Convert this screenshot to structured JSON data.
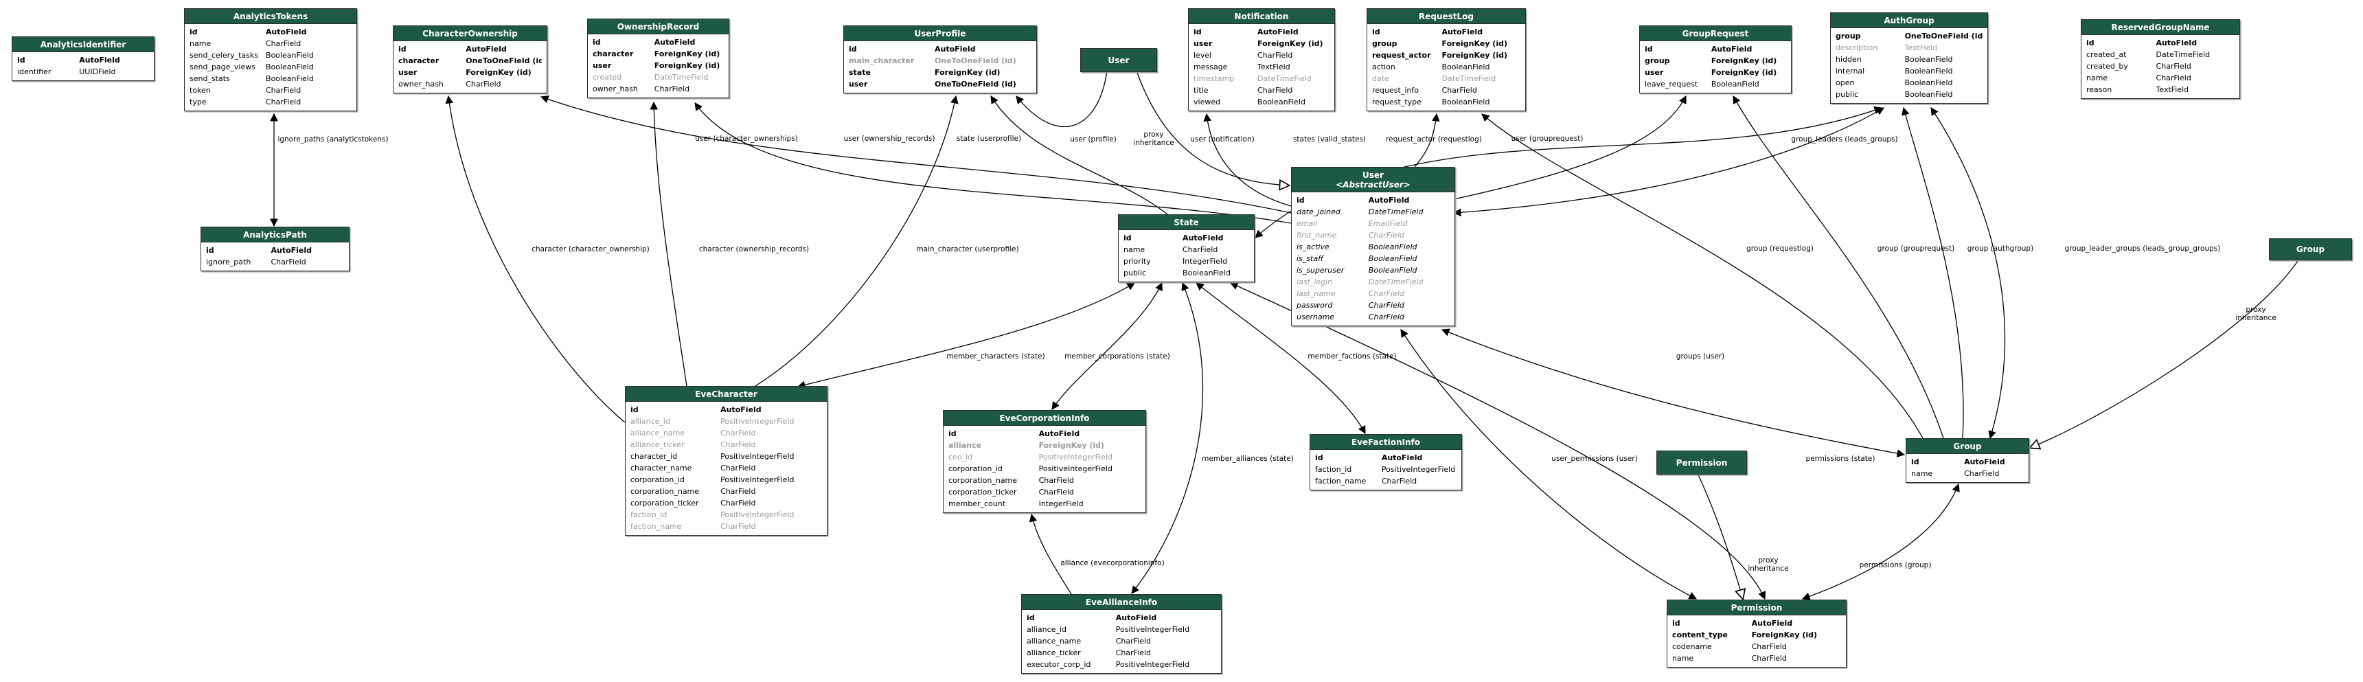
{
  "diagram": {
    "kind": "django-model-relationship-diagram",
    "colors": {
      "header_bg": "#1e5945",
      "header_text": "#ffffff",
      "muted_text": "#9b9b9b",
      "edge": "#000000",
      "box_bg": "#ffffff"
    }
  },
  "tables": [
    {
      "id": "analyticsidentifier",
      "title": "AnalyticsIdentifier",
      "fields": [
        {
          "n": "id",
          "t": "AutoField",
          "key": true
        },
        {
          "n": "identifier",
          "t": "UUIDField"
        }
      ]
    },
    {
      "id": "analyticstokens",
      "title": "AnalyticsTokens",
      "fields": [
        {
          "n": "id",
          "t": "AutoField",
          "key": true
        },
        {
          "n": "name",
          "t": "CharField"
        },
        {
          "n": "send_celery_tasks",
          "t": "BooleanField"
        },
        {
          "n": "send_page_views",
          "t": "BooleanField"
        },
        {
          "n": "send_stats",
          "t": "BooleanField"
        },
        {
          "n": "token",
          "t": "CharField"
        },
        {
          "n": "type",
          "t": "CharField"
        }
      ]
    },
    {
      "id": "characterownership",
      "title": "CharacterOwnership",
      "fields": [
        {
          "n": "id",
          "t": "AutoField",
          "key": true
        },
        {
          "n": "character",
          "t": "OneToOneField (id)",
          "key": true
        },
        {
          "n": "user",
          "t": "ForeignKey (id)",
          "key": true
        },
        {
          "n": "owner_hash",
          "t": "CharField"
        }
      ]
    },
    {
      "id": "ownershiprecord",
      "title": "OwnershipRecord",
      "fields": [
        {
          "n": "id",
          "t": "AutoField",
          "key": true
        },
        {
          "n": "character",
          "t": "ForeignKey (id)",
          "key": true
        },
        {
          "n": "user",
          "t": "ForeignKey (id)",
          "key": true
        },
        {
          "n": "created",
          "t": "DateTimeField",
          "muted": true
        },
        {
          "n": "owner_hash",
          "t": "CharField"
        }
      ]
    },
    {
      "id": "userprofile",
      "title": "UserProfile",
      "fields": [
        {
          "n": "id",
          "t": "AutoField",
          "key": true
        },
        {
          "n": "main_character",
          "t": "OneToOneField (id)",
          "key": true,
          "muted": true
        },
        {
          "n": "state",
          "t": "ForeignKey (id)",
          "key": true
        },
        {
          "n": "user",
          "t": "OneToOneField (id)",
          "key": true
        }
      ]
    },
    {
      "id": "user_proxy",
      "title": "User",
      "title_only": true
    },
    {
      "id": "notification",
      "title": "Notification",
      "fields": [
        {
          "n": "id",
          "t": "AutoField",
          "key": true
        },
        {
          "n": "user",
          "t": "ForeignKey (id)",
          "key": true
        },
        {
          "n": "level",
          "t": "CharField"
        },
        {
          "n": "message",
          "t": "TextField"
        },
        {
          "n": "timestamp",
          "t": "DateTimeField",
          "muted": true
        },
        {
          "n": "title",
          "t": "CharField"
        },
        {
          "n": "viewed",
          "t": "BooleanField"
        }
      ]
    },
    {
      "id": "requestlog",
      "title": "RequestLog",
      "fields": [
        {
          "n": "id",
          "t": "AutoField",
          "key": true
        },
        {
          "n": "group",
          "t": "ForeignKey (id)",
          "key": true
        },
        {
          "n": "request_actor",
          "t": "ForeignKey (id)",
          "key": true
        },
        {
          "n": "action",
          "t": "BooleanField"
        },
        {
          "n": "date",
          "t": "DateTimeField",
          "muted": true
        },
        {
          "n": "request_info",
          "t": "CharField"
        },
        {
          "n": "request_type",
          "t": "BooleanField"
        }
      ]
    },
    {
      "id": "grouprequest",
      "title": "GroupRequest",
      "fields": [
        {
          "n": "id",
          "t": "AutoField",
          "key": true
        },
        {
          "n": "group",
          "t": "ForeignKey (id)",
          "key": true
        },
        {
          "n": "user",
          "t": "ForeignKey (id)",
          "key": true
        },
        {
          "n": "leave_request",
          "t": "BooleanField"
        }
      ]
    },
    {
      "id": "authgroup",
      "title": "AuthGroup",
      "fields": [
        {
          "n": "group",
          "t": "OneToOneField (id)",
          "key": true
        },
        {
          "n": "description",
          "t": "TextField",
          "muted": true
        },
        {
          "n": "hidden",
          "t": "BooleanField"
        },
        {
          "n": "internal",
          "t": "BooleanField"
        },
        {
          "n": "open",
          "t": "BooleanField"
        },
        {
          "n": "public",
          "t": "BooleanField"
        }
      ]
    },
    {
      "id": "reservedgroupname",
      "title": "ReservedGroupName",
      "fields": [
        {
          "n": "id",
          "t": "AutoField",
          "key": true
        },
        {
          "n": "created_at",
          "t": "DateTimeField"
        },
        {
          "n": "created_by",
          "t": "CharField"
        },
        {
          "n": "name",
          "t": "CharField"
        },
        {
          "n": "reason",
          "t": "TextField"
        }
      ]
    },
    {
      "id": "analyticspath",
      "title": "AnalyticsPath",
      "fields": [
        {
          "n": "id",
          "t": "AutoField",
          "key": true
        },
        {
          "n": "ignore_path",
          "t": "CharField"
        }
      ]
    },
    {
      "id": "state",
      "title": "State",
      "fields": [
        {
          "n": "id",
          "t": "AutoField",
          "key": true
        },
        {
          "n": "name",
          "t": "CharField"
        },
        {
          "n": "priority",
          "t": "IntegerField"
        },
        {
          "n": "public",
          "t": "BooleanField"
        }
      ]
    },
    {
      "id": "user_abstract",
      "title": "User",
      "subtitle": "<AbstractUser>",
      "fields": [
        {
          "n": "id",
          "t": "AutoField",
          "key": true
        },
        {
          "n": "date_joined",
          "t": "DateTimeField",
          "inh": true
        },
        {
          "n": "email",
          "t": "EmailField",
          "inh": true,
          "muted": true
        },
        {
          "n": "first_name",
          "t": "CharField",
          "inh": true,
          "muted": true
        },
        {
          "n": "is_active",
          "t": "BooleanField",
          "inh": true
        },
        {
          "n": "is_staff",
          "t": "BooleanField",
          "inh": true
        },
        {
          "n": "is_superuser",
          "t": "BooleanField",
          "inh": true
        },
        {
          "n": "last_login",
          "t": "DateTimeField",
          "inh": true,
          "muted": true
        },
        {
          "n": "last_name",
          "t": "CharField",
          "inh": true,
          "muted": true
        },
        {
          "n": "password",
          "t": "CharField",
          "inh": true
        },
        {
          "n": "username",
          "t": "CharField",
          "inh": true
        }
      ]
    },
    {
      "id": "evecharacter",
      "title": "EveCharacter",
      "fields": [
        {
          "n": "id",
          "t": "AutoField",
          "key": true
        },
        {
          "n": "alliance_id",
          "t": "PositiveIntegerField",
          "muted": true
        },
        {
          "n": "alliance_name",
          "t": "CharField",
          "muted": true
        },
        {
          "n": "alliance_ticker",
          "t": "CharField",
          "muted": true
        },
        {
          "n": "character_id",
          "t": "PositiveIntegerField"
        },
        {
          "n": "character_name",
          "t": "CharField"
        },
        {
          "n": "corporation_id",
          "t": "PositiveIntegerField"
        },
        {
          "n": "corporation_name",
          "t": "CharField"
        },
        {
          "n": "corporation_ticker",
          "t": "CharField"
        },
        {
          "n": "faction_id",
          "t": "PositiveIntegerField",
          "muted": true
        },
        {
          "n": "faction_name",
          "t": "CharField",
          "muted": true
        }
      ]
    },
    {
      "id": "evecorporationinfo",
      "title": "EveCorporationInfo",
      "fields": [
        {
          "n": "id",
          "t": "AutoField",
          "key": true
        },
        {
          "n": "alliance",
          "t": "ForeignKey (id)",
          "key": true,
          "muted": true
        },
        {
          "n": "ceo_id",
          "t": "PositiveIntegerField",
          "muted": true
        },
        {
          "n": "corporation_id",
          "t": "PositiveIntegerField"
        },
        {
          "n": "corporation_name",
          "t": "CharField"
        },
        {
          "n": "corporation_ticker",
          "t": "CharField"
        },
        {
          "n": "member_count",
          "t": "IntegerField"
        }
      ]
    },
    {
      "id": "evefactioninfo",
      "title": "EveFactionInfo",
      "fields": [
        {
          "n": "id",
          "t": "AutoField",
          "key": true
        },
        {
          "n": "faction_id",
          "t": "PositiveIntegerField"
        },
        {
          "n": "faction_name",
          "t": "CharField"
        }
      ]
    },
    {
      "id": "permission_proxy",
      "title": "Permission",
      "title_only": true
    },
    {
      "id": "group_main",
      "title": "Group",
      "fields": [
        {
          "n": "id",
          "t": "AutoField",
          "key": true
        },
        {
          "n": "name",
          "t": "CharField"
        }
      ]
    },
    {
      "id": "group_proxy",
      "title": "Group",
      "title_only": true
    },
    {
      "id": "eveallianceinfo",
      "title": "EveAllianceInfo",
      "fields": [
        {
          "n": "id",
          "t": "AutoField",
          "key": true
        },
        {
          "n": "alliance_id",
          "t": "PositiveIntegerField"
        },
        {
          "n": "alliance_name",
          "t": "CharField"
        },
        {
          "n": "alliance_ticker",
          "t": "CharField"
        },
        {
          "n": "executor_corp_id",
          "t": "PositiveIntegerField"
        }
      ]
    },
    {
      "id": "permission_main",
      "title": "Permission",
      "fields": [
        {
          "n": "id",
          "t": "AutoField",
          "key": true
        },
        {
          "n": "content_type",
          "t": "ForeignKey (id)",
          "key": true
        },
        {
          "n": "codename",
          "t": "CharField"
        },
        {
          "n": "name",
          "t": "CharField"
        }
      ]
    }
  ],
  "edges": [
    {
      "id": "e1",
      "from": "analyticspath",
      "to": "analyticstokens",
      "label": "ignore_paths (analyticstokens)",
      "type": "m2m"
    },
    {
      "id": "e2",
      "from": "evecharacter",
      "to": "characterownership",
      "label": "character (character_ownership)",
      "type": "fk"
    },
    {
      "id": "e3",
      "from": "evecharacter",
      "to": "ownershiprecord",
      "label": "character (ownership_records)",
      "type": "fk"
    },
    {
      "id": "e4",
      "from": "evecharacter",
      "to": "userprofile",
      "label": "main_character (userprofile)",
      "type": "fk"
    },
    {
      "id": "e5",
      "from": "user_abstract",
      "to": "characterownership",
      "label": "user (character_ownerships)",
      "type": "fk"
    },
    {
      "id": "e6",
      "from": "user_abstract",
      "to": "ownershiprecord",
      "label": "user (ownership_records)",
      "type": "fk"
    },
    {
      "id": "e7",
      "from": "state",
      "to": "userprofile",
      "label": "state (userprofile)",
      "type": "fk"
    },
    {
      "id": "e8",
      "from": "user_proxy",
      "to": "userprofile",
      "label": "user (profile)",
      "type": "fk"
    },
    {
      "id": "e9",
      "from": "user_proxy",
      "to": "user_abstract",
      "label": "proxy\ninheritance",
      "type": "inheritance"
    },
    {
      "id": "e10",
      "from": "user_abstract",
      "to": "notification",
      "label": "user (notification)",
      "type": "fk"
    },
    {
      "id": "e11",
      "from": "authgroup",
      "to": "state",
      "label": "states (valid_states)",
      "type": "m2m"
    },
    {
      "id": "e12",
      "from": "user_abstract",
      "to": "requestlog",
      "label": "request_actor (requestlog)",
      "type": "fk"
    },
    {
      "id": "e13",
      "from": "user_abstract",
      "to": "grouprequest",
      "label": "user (grouprequest)",
      "type": "fk"
    },
    {
      "id": "e14",
      "from": "user_abstract",
      "to": "authgroup",
      "label": "group_leaders (leads_groups)",
      "type": "m2m"
    },
    {
      "id": "e15",
      "from": "group_main",
      "to": "requestlog",
      "label": "group (requestlog)",
      "type": "fk"
    },
    {
      "id": "e16",
      "from": "group_main",
      "to": "grouprequest",
      "label": "group (grouprequest)",
      "type": "fk"
    },
    {
      "id": "e17",
      "from": "group_main",
      "to": "authgroup",
      "label": "group (authgroup)",
      "type": "fk"
    },
    {
      "id": "e18",
      "from": "group_main",
      "to": "authgroup",
      "label": "group_leader_groups (leads_group_groups)",
      "type": "m2m"
    },
    {
      "id": "e19",
      "from": "state",
      "to": "evecharacter",
      "label": "member_characters (state)",
      "type": "m2m"
    },
    {
      "id": "e20",
      "from": "state",
      "to": "evecorporationinfo",
      "label": "member_corporations (state)",
      "type": "m2m"
    },
    {
      "id": "e21",
      "from": "state",
      "to": "evefactioninfo",
      "label": "member_factions (state)",
      "type": "m2m"
    },
    {
      "id": "e22",
      "from": "user_abstract",
      "to": "group_main",
      "label": "groups (user)",
      "type": "m2m"
    },
    {
      "id": "e23",
      "from": "state",
      "to": "eveallianceinfo",
      "label": "member_alliances (state)",
      "type": "m2m"
    },
    {
      "id": "e24",
      "from": "eveallianceinfo",
      "to": "evecorporationinfo",
      "label": "alliance (evecorporationinfo)",
      "type": "fk"
    },
    {
      "id": "e25",
      "from": "user_abstract",
      "to": "permission_main",
      "label": "user_permissions (user)",
      "type": "m2m"
    },
    {
      "id": "e26",
      "from": "state",
      "to": "permission_main",
      "label": "permissions (state)",
      "type": "m2m"
    },
    {
      "id": "e27",
      "from": "group_main",
      "to": "permission_main",
      "label": "permissions (group)",
      "type": "m2m"
    },
    {
      "id": "e28",
      "from": "group_proxy",
      "to": "group_main",
      "label": "proxy\ninheritance",
      "type": "inheritance"
    },
    {
      "id": "e29",
      "from": "permission_proxy",
      "to": "permission_main",
      "label": "proxy\ninheritance",
      "type": "inheritance"
    }
  ]
}
